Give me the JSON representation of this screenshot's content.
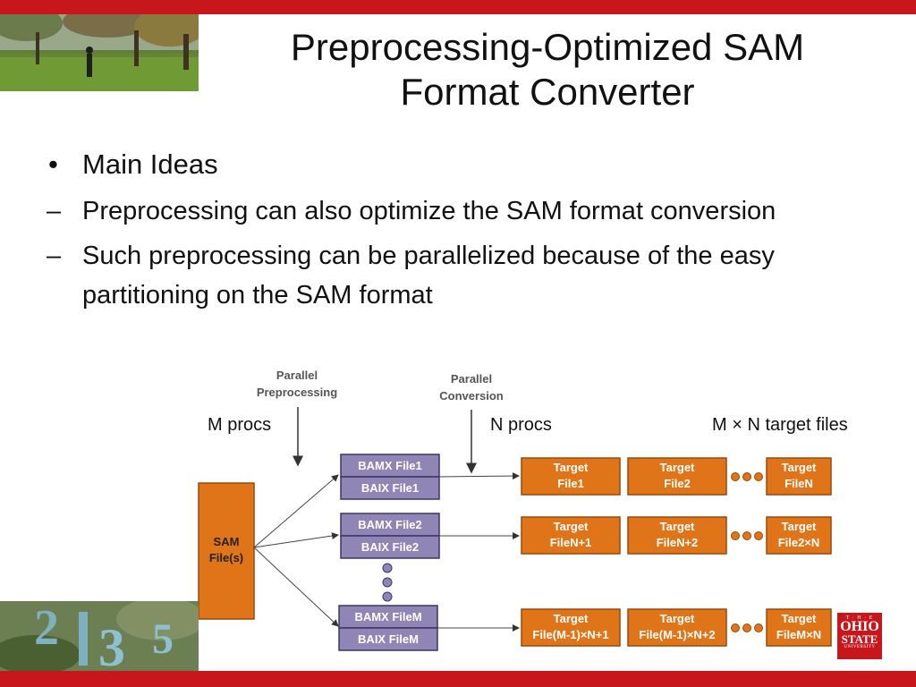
{
  "slide": {
    "title_line1": "Preprocessing-Optimized SAM",
    "title_line2": "Format Converter",
    "bullets": [
      {
        "level": 1,
        "marker": "•",
        "text": "Main Ideas"
      },
      {
        "level": 2,
        "marker": "–",
        "text": "Preprocessing can also optimize the SAM format conversion"
      },
      {
        "level": 2,
        "marker": "–",
        "text": "Such preprocessing can be parallelized because of the easy partitioning on the SAM format"
      }
    ]
  },
  "logo": {
    "line1": "T · H · E",
    "line2": "OHIO",
    "line3": "STATE",
    "line4": "UNIVERSITY"
  },
  "diagram": {
    "label_parallel_preprocessing_1": "Parallel",
    "label_parallel_preprocessing_2": "Preprocessing",
    "label_parallel_conversion_1": "Parallel",
    "label_parallel_conversion_2": "Conversion",
    "m_procs": "M procs",
    "n_procs": "N procs",
    "target_files_caption": "M × N target files",
    "sam_line1": "SAM",
    "sam_line2": "File(s)",
    "bamx_1": "BAMX File1",
    "baix_1": "BAIX File1",
    "bamx_2": "BAMX File2",
    "baix_2": "BAIX File2",
    "bamx_m": "BAMX FileM",
    "baix_m": "BAIX FileM",
    "target_word": "Target",
    "row1": [
      "File1",
      "File2",
      "FileN"
    ],
    "row2": [
      "FileN+1",
      "FileN+2",
      "File2×N"
    ],
    "row3": [
      "File(M-1)×N+1",
      "File(M-1)×N+2",
      "FileM×N"
    ],
    "colors": {
      "orange": "#e07418",
      "purple_box": "#8f86b6",
      "red_bar": "#c8161d"
    }
  }
}
